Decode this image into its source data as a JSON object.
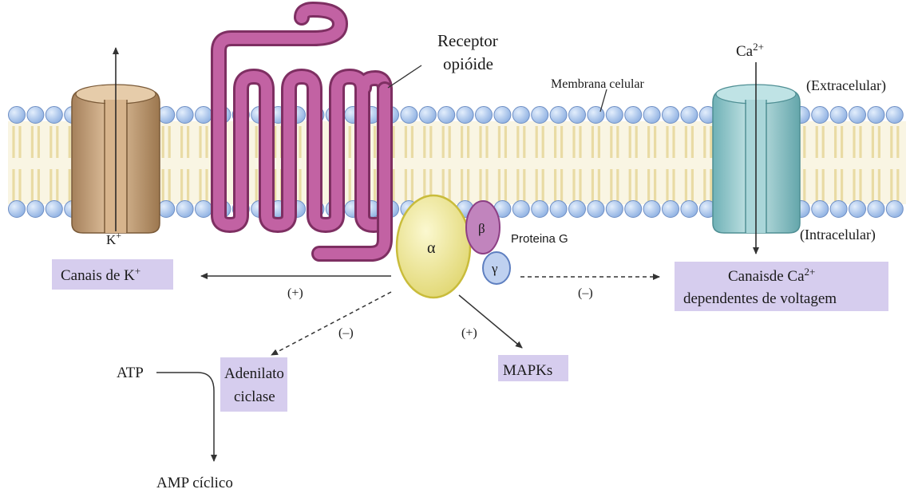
{
  "labels": {
    "receptor_line1": "Receptor",
    "receptor_line2": "opióide",
    "membrana": "Membrana celular",
    "extracelular": "(Extracelular)",
    "intracelular": "(Intracelular)",
    "ca_ion": "Ca",
    "ca_sup": "2+",
    "k_ion": "K",
    "k_sup": "+",
    "alpha": "α",
    "beta": "β",
    "gamma": "γ",
    "proteina_g": "Proteina G",
    "canais_k": "Canais de K",
    "canais_k_sup": "+",
    "canais_ca_line1": "Canaisde Ca",
    "canais_ca_sup": "2+",
    "canais_ca_line2": "dependentes de voltagem",
    "plus_k": "(+)",
    "minus_ca": "(–)",
    "minus_adenilato": "(–)",
    "plus_mapk": "(+)",
    "adenilato_line1": "Adenilato",
    "adenilato_line2": "ciclase",
    "mapks": "MAPKs",
    "atp": "ATP",
    "amp": "AMP cíclico"
  },
  "colors": {
    "lipid_head": "#a9c6ee",
    "lipid_head_stroke": "#6f8fc4",
    "lipid_tail": "#e9dba4",
    "lipid_tail_stroke": "#b8a462",
    "k_channel": "#c8a27c",
    "ca_channel": "#9fcfd3",
    "receptor": "#b0558f",
    "alpha": "#f1ecaa",
    "beta": "#c184bd",
    "gamma": "#b7cbee",
    "label_box": "#d6cdee"
  }
}
